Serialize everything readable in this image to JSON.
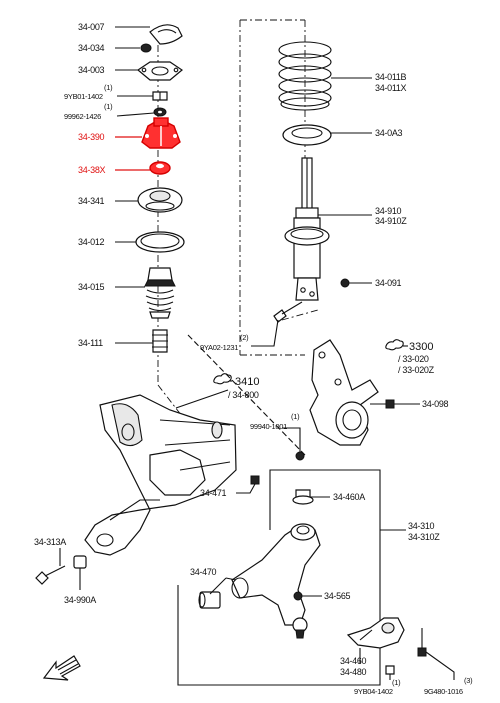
{
  "labels": {
    "p34_007": "34-007",
    "p34_034": "34-034",
    "p34_003": "34-003",
    "p9yb01_qty": "(1)",
    "p9yb01": "9YB01-1402",
    "p99962_qty": "(1)",
    "p99962": "99962-1426",
    "p34_390": "34-390",
    "p34_38x": "34-38X",
    "p34_341": "34-341",
    "p34_012": "34-012",
    "p34_015": "34-015",
    "p34_111": "34-111",
    "p34_011b": "34-011B",
    "p34_011x": "34-011X",
    "p34_0a3": "34-0A3",
    "p34_910": "34-910",
    "p34_910z": "34-910Z",
    "p34_091": "34-091",
    "p9ya02_qty": "(2)",
    "p9ya02": "9YA02-1231",
    "p3300": "3300",
    "p33_020": "/ 33-020",
    "p33_020z": "/ 33-020Z",
    "p3410": "3410",
    "p34_800": "/ 34-800",
    "p99940_qty": "(1)",
    "p99940": "99940-1001",
    "p34_098": "34-098",
    "p34_471": "34-471",
    "p34_460a": "34-460A",
    "p34_310": "34-310",
    "p34_310z": "34-310Z",
    "p34_313a": "34-313A",
    "p34_990a": "34-990A",
    "p34_470": "34-470",
    "p34_565": "34-565",
    "p34_460": "34-460",
    "p34_480": "34-480",
    "p9yb04_qty": "(1)",
    "p9yb04": "9YB04-1402",
    "p9g480_qty": "(3)",
    "p9g480": "9G480-1016"
  },
  "highlight_color": "#e01010",
  "icons": {
    "direction": "arrow-front-icon",
    "reference": "reference-cloud-icon"
  }
}
